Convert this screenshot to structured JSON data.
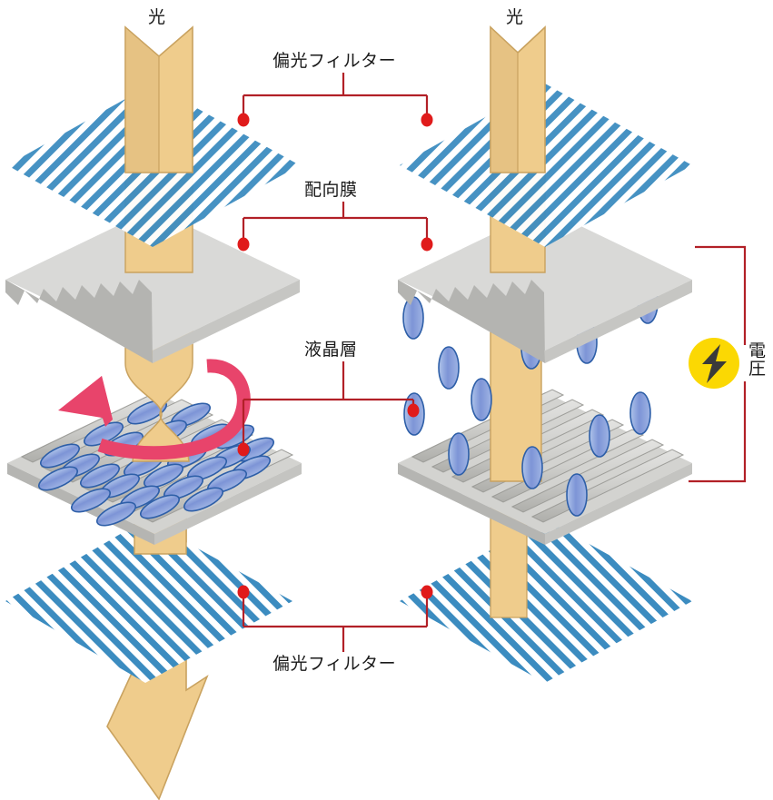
{
  "diagram": {
    "title_hidden": "",
    "background": "#ffffff",
    "labels": {
      "light_left": "光",
      "light_right": "光",
      "polarizer_top": "偏光フィルター",
      "alignment_film": "配向膜",
      "lc_layer": "液晶層",
      "polarizer_bottom": "偏光フィルター",
      "voltage": "電圧"
    },
    "colors": {
      "beam": "#EFCC8C",
      "beam_dark": "#E2BC7A",
      "beam_edge": "#C9A25F",
      "polarizer_stripe": "#3C8CC0",
      "plate_top": "#D6D6D4",
      "plate_side": "#B9B9B6",
      "plate_front": "#C9C9C6",
      "lc_fill_a": "#8FA6DE",
      "lc_fill_b": "#C3D4EE",
      "lc_stroke": "#2E5FA8",
      "leader_red": "#B22027",
      "dot_red": "#E01B1B",
      "twist_arrow": "#E8446B",
      "voltage_circle": "#FBD803",
      "voltage_bolt": "#3A3A3A",
      "text": "#1a1a1a"
    },
    "panels": [
      {
        "id": "left",
        "state": "voltage-off",
        "lc_orientation": "horizontal-twisted",
        "light_transmitted": true,
        "twist_arrow_visible": true,
        "voltage_applied": false
      },
      {
        "id": "right",
        "state": "voltage-on",
        "lc_orientation": "vertical",
        "light_transmitted": false,
        "twist_arrow_visible": false,
        "voltage_applied": true
      }
    ],
    "layers_top_to_bottom": [
      "偏光フィルター",
      "配向膜",
      "液晶層",
      "偏光フィルター"
    ]
  }
}
